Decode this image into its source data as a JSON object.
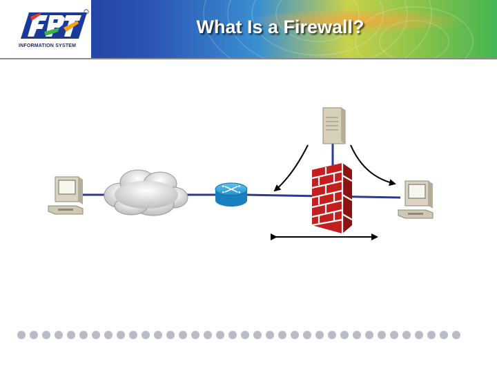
{
  "header": {
    "title": "What Is a Firewall?",
    "logo": {
      "letters": "FPT",
      "subtitle": "INFORMATION SYSTEM",
      "trademark": "®"
    }
  },
  "diagram": {
    "nodes": [
      "left-pc-icon",
      "internet-cloud-icon",
      "router-icon",
      "firewall-brick-wall-icon",
      "dmz-server-icon",
      "right-pc-icon"
    ],
    "arrows": [
      "arrow-to-left",
      "arrow-to-right",
      "bidirectional-traffic-arrow"
    ]
  },
  "colors": {
    "link": "#2b3a8a",
    "router": "#1e9ad6",
    "brick": "#c41e1e",
    "title": "#ffffff",
    "dots": "#b9bcc4"
  },
  "footer": {
    "dot_count": 36
  }
}
